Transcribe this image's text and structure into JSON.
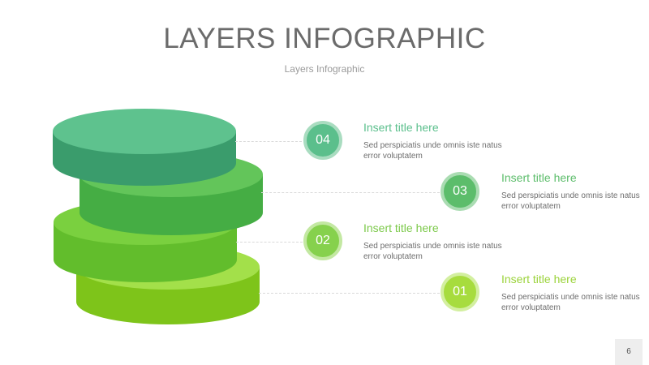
{
  "header": {
    "title": "LAYERS INFOGRAPHIC",
    "subtitle": "Layers Infographic"
  },
  "items": [
    {
      "number": "04",
      "title": "Insert title here",
      "text": "Sed perspiciatis unde omnis iste natus error voluptatem",
      "color": "#5bbf8c",
      "ring": "#a9dcc0"
    },
    {
      "number": "03",
      "title": "Insert title here",
      "text": "Sed perspiciatis unde omnis iste natus error voluptatem",
      "color": "#5cbd6b",
      "ring": "#aadcb2"
    },
    {
      "number": "02",
      "title": "Insert title here",
      "text": "Sed perspiciatis unde omnis iste natus error voluptatem",
      "color": "#86d14d",
      "ring": "#c3e8a2"
    },
    {
      "number": "01",
      "title": "Insert title here",
      "text": "Sed perspiciatis unde omnis iste natus error voluptatem",
      "color": "#a7dc3e",
      "ring": "#d3efa0"
    }
  ],
  "colors": {
    "layer_4": "#5cc08e",
    "layer_3": "#4ab54e",
    "layer_2": "#6cc531",
    "layer_1": "#86c91a"
  },
  "page_number": "6"
}
